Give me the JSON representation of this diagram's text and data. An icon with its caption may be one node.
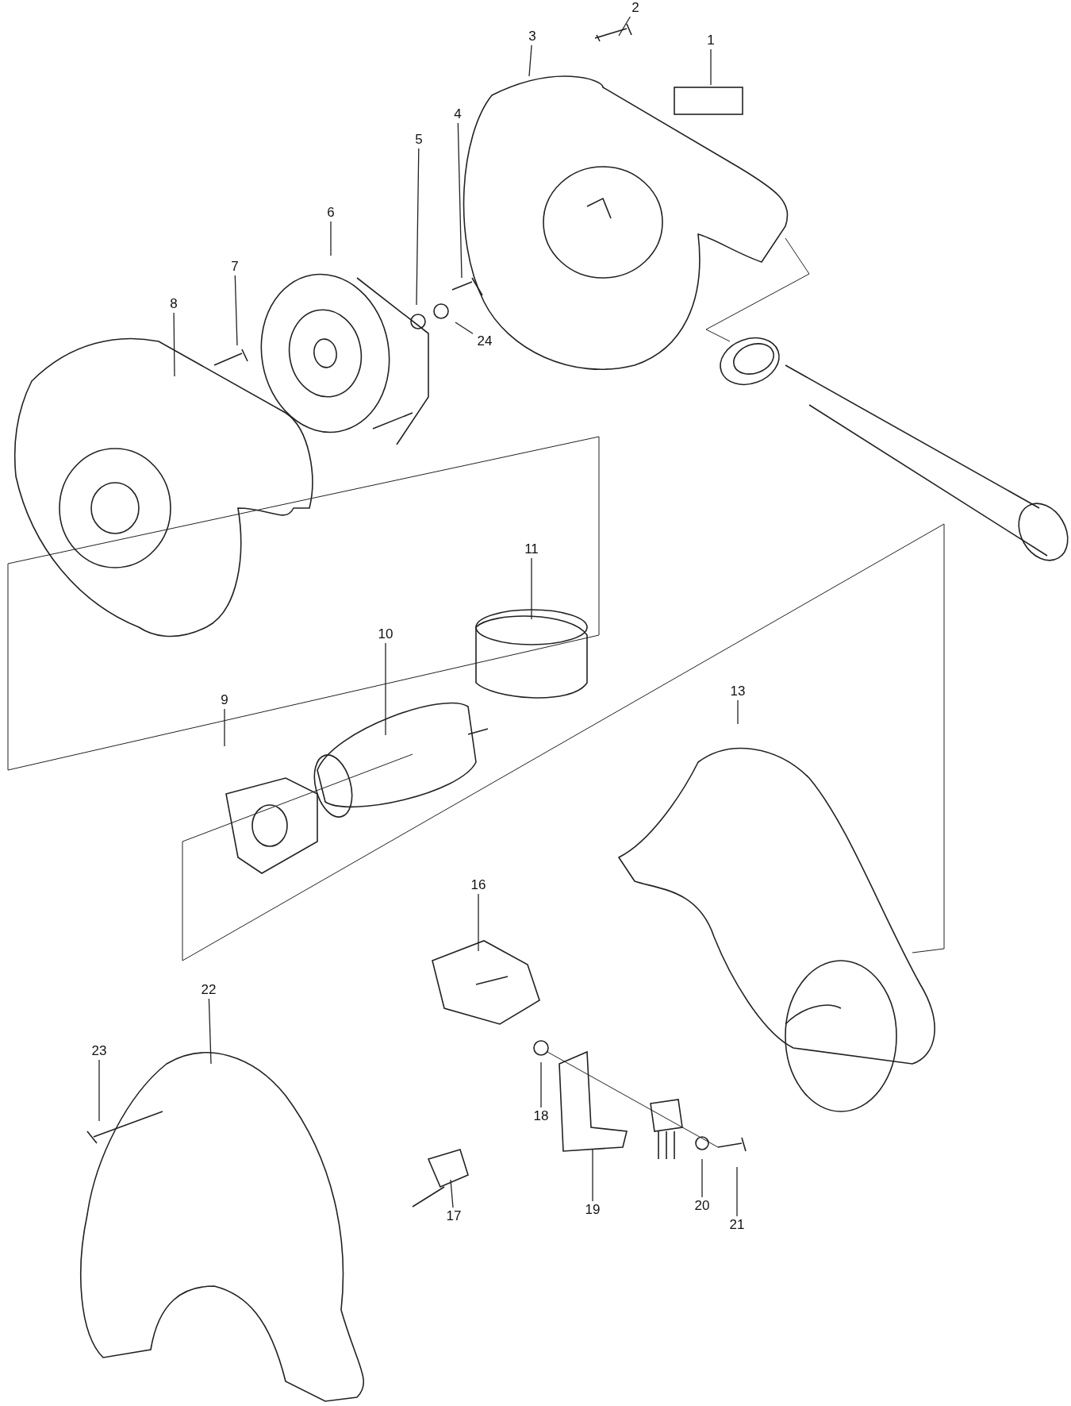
{
  "diagram": {
    "nodes": [
      {
        "text": [
          "1"
        ]
      },
      {
        "text": [
          "2"
        ]
      },
      {
        "text": [
          "3"
        ]
      },
      {
        "text": [
          "4"
        ]
      },
      {
        "text": [
          "5"
        ]
      },
      {
        "text": [
          "6"
        ]
      },
      {
        "text": [
          "7"
        ]
      },
      {
        "text": [
          "8"
        ]
      },
      {
        "text": [
          "9"
        ]
      },
      {
        "text": [
          "10"
        ]
      },
      {
        "text": [
          "11"
        ]
      },
      {
        "text": [
          "13"
        ]
      },
      {
        "text": [
          "16"
        ]
      },
      {
        "text": [
          "17"
        ]
      },
      {
        "text": [
          "18"
        ]
      },
      {
        "text": [
          "19"
        ]
      },
      {
        "text": [
          "20"
        ]
      },
      {
        "text": [
          "21"
        ]
      },
      {
        "text": [
          "22"
        ]
      },
      {
        "text": [
          "23"
        ]
      },
      {
        "text": [
          "24"
        ]
      }
    ],
    "edges": [
      {
        "from": 0,
        "to": null,
        "arrow": "none"
      },
      {
        "from": 1,
        "to": null,
        "arrow": "none"
      },
      {
        "from": 2,
        "to": null,
        "arrow": "none"
      },
      {
        "from": 3,
        "to": null,
        "arrow": "none"
      },
      {
        "from": 4,
        "to": null,
        "arrow": "none"
      },
      {
        "from": 5,
        "to": null,
        "arrow": "none"
      },
      {
        "from": 6,
        "to": null,
        "arrow": "none"
      },
      {
        "from": 7,
        "to": null,
        "arrow": "none"
      },
      {
        "from": 8,
        "to": null,
        "arrow": "none"
      },
      {
        "from": 9,
        "to": null,
        "arrow": "none"
      },
      {
        "from": 10,
        "to": null,
        "arrow": "none"
      },
      {
        "from": 11,
        "to": null,
        "arrow": "none"
      },
      {
        "from": 12,
        "to": null,
        "arrow": "none"
      },
      {
        "from": 13,
        "to": null,
        "arrow": "none"
      },
      {
        "from": 14,
        "to": null,
        "arrow": "none"
      },
      {
        "from": 15,
        "to": null,
        "arrow": "none"
      },
      {
        "from": 16,
        "to": null,
        "arrow": "none"
      },
      {
        "from": 17,
        "to": null,
        "arrow": "none"
      },
      {
        "from": 18,
        "to": null,
        "arrow": "none"
      },
      {
        "from": 19,
        "to": null,
        "arrow": "none"
      },
      {
        "from": 20,
        "to": null,
        "arrow": "none"
      }
    ]
  }
}
